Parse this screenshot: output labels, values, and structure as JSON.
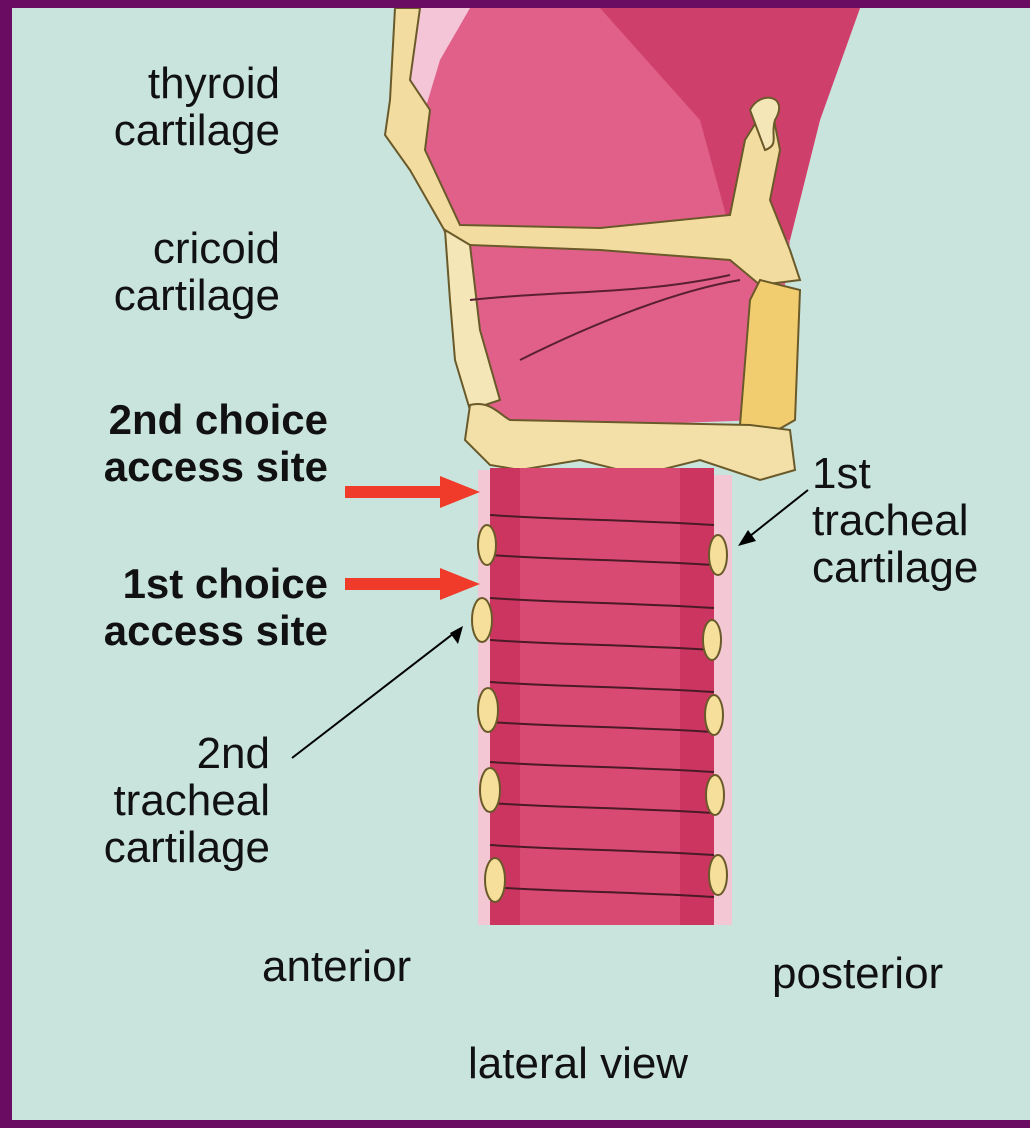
{
  "labels": {
    "thyroid": "thyroid\ncartilage",
    "cricoid": "cricoid\ncartilage",
    "second_choice": "2nd choice\naccess site",
    "first_choice": "1st choice\naccess site",
    "second_tracheal": "2nd\ntracheal\ncartilage",
    "first_tracheal": "1st\ntracheal\ncartilage",
    "anterior": "anterior",
    "posterior": "posterior",
    "view": "lateral view"
  },
  "colors": {
    "background": "#c8e4dd",
    "border": "#6a0d62",
    "tissue": "#d03a66",
    "cartilage": "#f4e2b0",
    "cartilage_dark": "#f0c96a",
    "access_arrow": "#f03a2a"
  }
}
